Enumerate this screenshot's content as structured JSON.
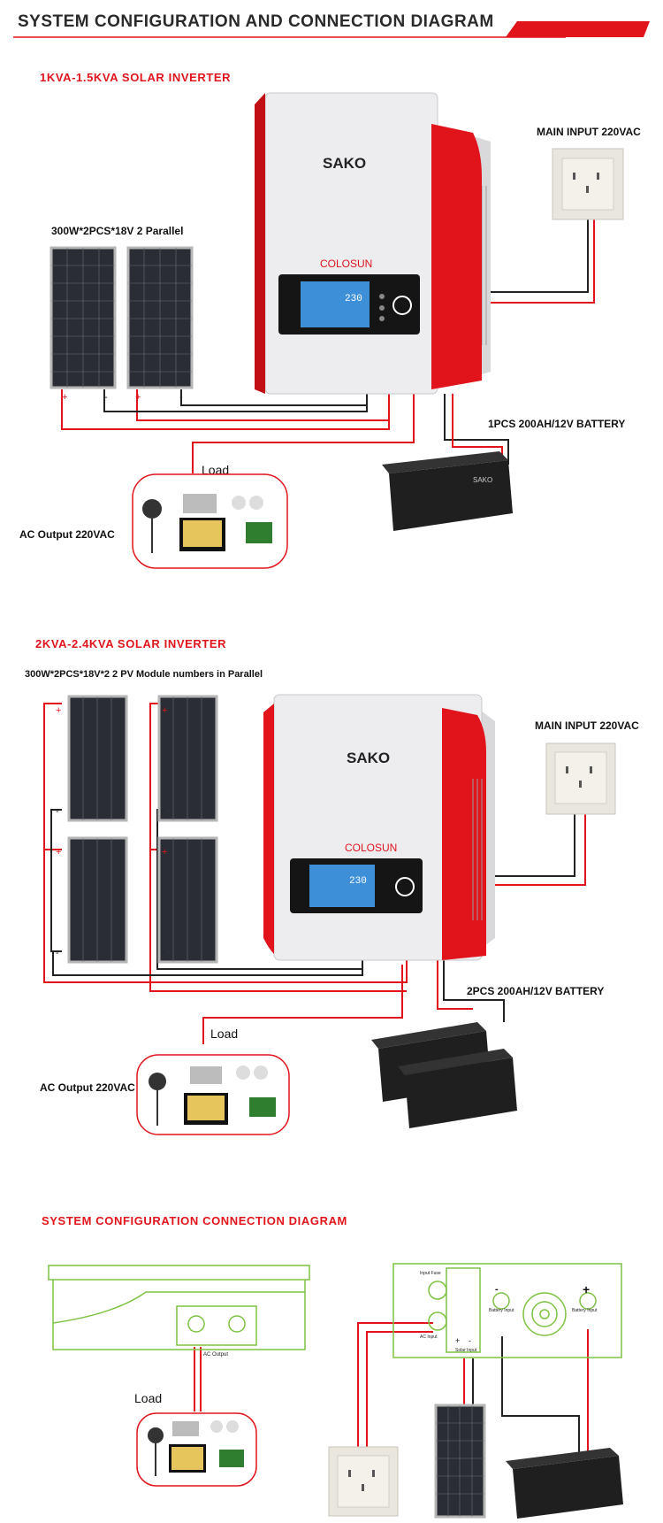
{
  "header": {
    "title": "SYSTEM CONFIGURATION AND CONNECTION DIAGRAM"
  },
  "section1": {
    "title": "1KVA-1.5KVA SOLAR INVERTER",
    "panels_label": "300W*2PCS*18V  2 Parallel",
    "main_input_label": "MAIN INPUT 220VAC",
    "battery_label": "1PCS 200AH/12V BATTERY",
    "load_label": "Load",
    "ac_output_label": "AC Output 220VAC",
    "brand": "SAKO",
    "product": "COLOSUN",
    "lcd_reading": "230"
  },
  "section2": {
    "title": "2KVA-2.4KVA SOLAR INVERTER",
    "panels_label": "300W*2PCS*18V*2  2 PV Module numbers in Parallel",
    "main_input_label": "MAIN INPUT 220VAC",
    "battery_label": "2PCS 200AH/12V BATTERY",
    "load_label": "Load",
    "ac_output_label": "AC Output 220VAC",
    "brand": "SAKO",
    "product": "COLOSUN",
    "lcd_reading": "230"
  },
  "section3": {
    "title": "SYSTEM CONFIGURATION CONNECTION DIAGRAM",
    "load_label": "Load",
    "ac_output_small": "AC Output",
    "input_fuse": "Input Fuse",
    "ac_input": "AC Input",
    "solar_input": "Solar Input",
    "battery_input": "Battery Input",
    "battery_input2": "Battery Input"
  },
  "terminals": {
    "plus": "+",
    "minus": "-"
  },
  "colors": {
    "red": "#e1141c",
    "green": "#7dc242",
    "dark": "#1b1b1b",
    "panel": "#2a2d33"
  }
}
